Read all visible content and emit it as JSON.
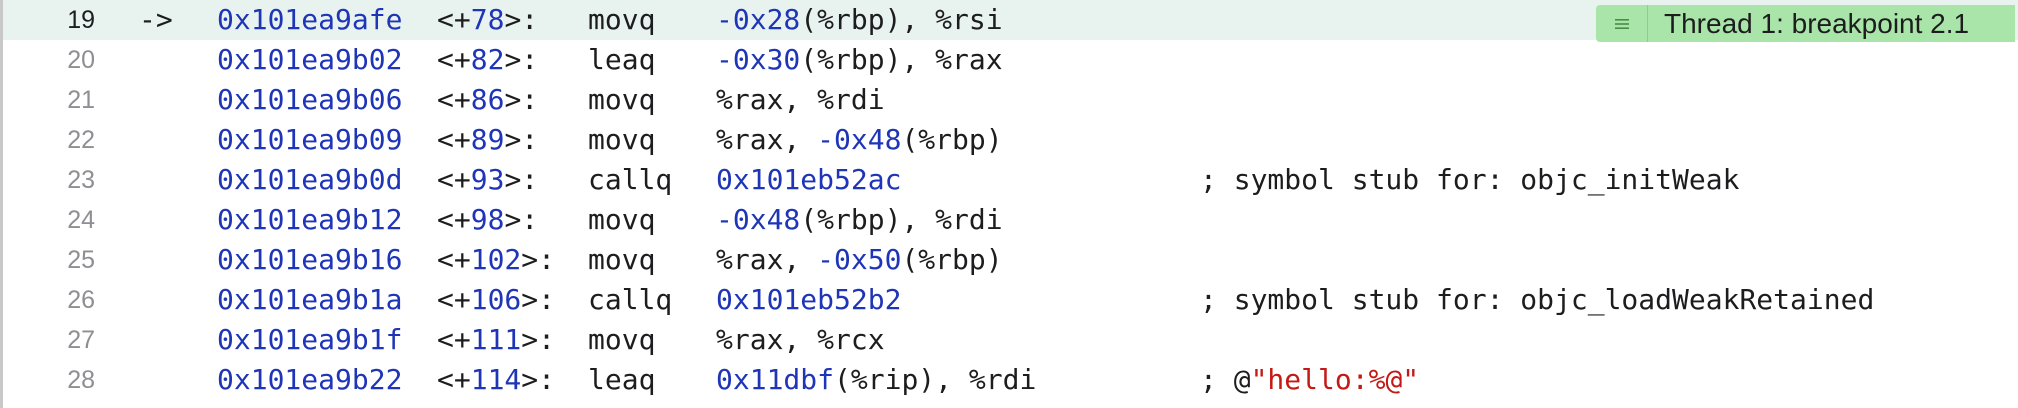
{
  "badge": {
    "label": "Thread 1: breakpoint 2.1",
    "menu_icon": "list-icon"
  },
  "colors": {
    "current_line_bg": "#e8f3f0",
    "address": "#1f35b8",
    "string": "#c41a16",
    "badge_bg": "#a9e4a9"
  },
  "lines": [
    {
      "num": "19",
      "arrow": "->",
      "addr": "0x101ea9afe",
      "off_open": "<+",
      "off_n": "78",
      "off_close": ">:",
      "mnem": "movq",
      "ops": [
        {
          "t": "-0x28",
          "c": "num"
        },
        {
          "t": "(%rbp), %rsi",
          "c": ""
        }
      ],
      "comment": []
    },
    {
      "num": "20",
      "arrow": "",
      "addr": "0x101ea9b02",
      "off_open": "<+",
      "off_n": "82",
      "off_close": ">:",
      "mnem": "leaq",
      "ops": [
        {
          "t": "-0x30",
          "c": "num"
        },
        {
          "t": "(%rbp), %rax",
          "c": ""
        }
      ],
      "comment": []
    },
    {
      "num": "21",
      "arrow": "",
      "addr": "0x101ea9b06",
      "off_open": "<+",
      "off_n": "86",
      "off_close": ">:",
      "mnem": "movq",
      "ops": [
        {
          "t": "%rax, %rdi",
          "c": ""
        }
      ],
      "comment": []
    },
    {
      "num": "22",
      "arrow": "",
      "addr": "0x101ea9b09",
      "off_open": "<+",
      "off_n": "89",
      "off_close": ">:",
      "mnem": "movq",
      "ops": [
        {
          "t": "%rax, ",
          "c": ""
        },
        {
          "t": "-0x48",
          "c": "num"
        },
        {
          "t": "(%rbp)",
          "c": ""
        }
      ],
      "comment": []
    },
    {
      "num": "23",
      "arrow": "",
      "addr": "0x101ea9b0d",
      "off_open": "<+",
      "off_n": "93",
      "off_close": ">:",
      "mnem": "callq",
      "ops": [
        {
          "t": "0x101eb52ac",
          "c": "num"
        }
      ],
      "comment": [
        {
          "t": "; symbol stub for: objc_initWeak",
          "c": ""
        }
      ]
    },
    {
      "num": "24",
      "arrow": "",
      "addr": "0x101ea9b12",
      "off_open": "<+",
      "off_n": "98",
      "off_close": ">:",
      "mnem": "movq",
      "ops": [
        {
          "t": "-0x48",
          "c": "num"
        },
        {
          "t": "(%rbp), %rdi",
          "c": ""
        }
      ],
      "comment": []
    },
    {
      "num": "25",
      "arrow": "",
      "addr": "0x101ea9b16",
      "off_open": "<+",
      "off_n": "102",
      "off_close": ">:",
      "mnem": "movq",
      "ops": [
        {
          "t": "%rax, ",
          "c": ""
        },
        {
          "t": "-0x50",
          "c": "num"
        },
        {
          "t": "(%rbp)",
          "c": ""
        }
      ],
      "comment": []
    },
    {
      "num": "26",
      "arrow": "",
      "addr": "0x101ea9b1a",
      "off_open": "<+",
      "off_n": "106",
      "off_close": ">:",
      "mnem": "callq",
      "ops": [
        {
          "t": "0x101eb52b2",
          "c": "num"
        }
      ],
      "comment": [
        {
          "t": "; symbol stub for: objc_loadWeakRetained",
          "c": ""
        }
      ]
    },
    {
      "num": "27",
      "arrow": "",
      "addr": "0x101ea9b1f",
      "off_open": "<+",
      "off_n": "111",
      "off_close": ">:",
      "mnem": "movq",
      "ops": [
        {
          "t": "%rax, %rcx",
          "c": ""
        }
      ],
      "comment": []
    },
    {
      "num": "28",
      "arrow": "",
      "addr": "0x101ea9b22",
      "off_open": "<+",
      "off_n": "114",
      "off_close": ">:",
      "mnem": "leaq",
      "ops": [
        {
          "t": "0x11dbf",
          "c": "num"
        },
        {
          "t": "(%rip), %rdi",
          "c": ""
        }
      ],
      "comment": [
        {
          "t": "; @",
          "c": ""
        },
        {
          "t": "\"hello:%@\"",
          "c": "str"
        }
      ]
    }
  ]
}
